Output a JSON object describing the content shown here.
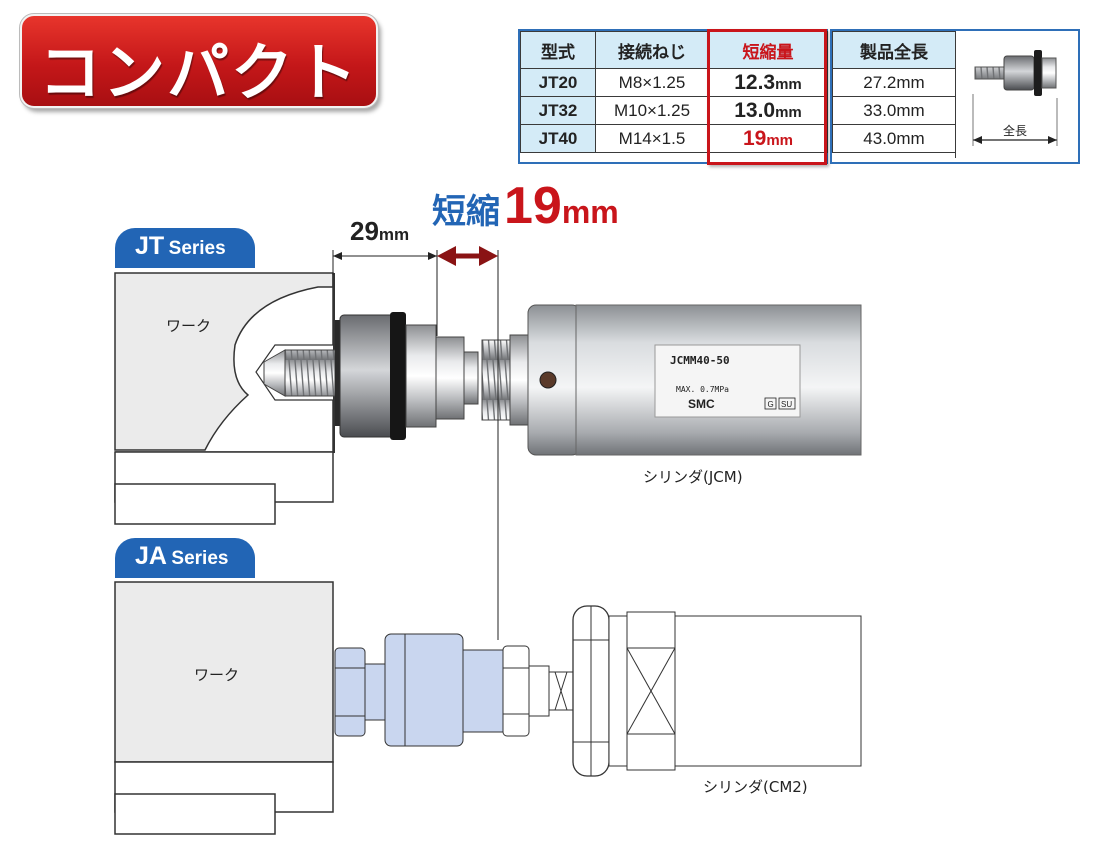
{
  "badge": {
    "text": "コンパクト"
  },
  "spec_table": {
    "headers": [
      "型式",
      "接続ねじ",
      "短縮量",
      "製品全長"
    ],
    "rows": [
      {
        "model": "JT20",
        "thread": "M8×1.25",
        "short_num": "12.3",
        "short_unit": "mm",
        "length": "27.2mm"
      },
      {
        "model": "JT32",
        "thread": "M10×1.25",
        "short_num": "13.0",
        "short_unit": "mm",
        "length": "33.0mm"
      },
      {
        "model": "JT40",
        "thread": "M14×1.5",
        "short_num": "19",
        "short_unit": "mm",
        "length": "43.0mm"
      }
    ],
    "product_dim_label": "全長"
  },
  "dims": {
    "length_num": "29",
    "length_unit": "mm",
    "short_word": "短縮",
    "short_num": "19",
    "short_unit": "mm"
  },
  "jt": {
    "series_main": "JT",
    "series_sub": "Series",
    "work_label": "ワーク",
    "cylinder_label": "シリンダ(JCM)",
    "plate_model": "JCMM40-50",
    "plate_pressure": "MAX. 0.7MPa",
    "plate_brand": "SMC",
    "plate_mark1": "G",
    "plate_mark2": "SU"
  },
  "ja": {
    "series_main": "JA",
    "series_sub": "Series",
    "work_label": "ワーク",
    "cylinder_label": "シリンダ(CM2)"
  },
  "colors": {
    "red": "#c9151b",
    "blue": "#2265b5",
    "ja_part": "#c9d6ef"
  }
}
